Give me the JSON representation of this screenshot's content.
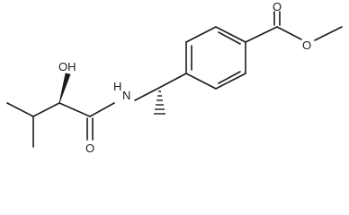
{
  "molecule": {
    "atoms": {
      "hydroxyl": "OH",
      "amide_nitrogen": "N",
      "amide_hydrogen": "H",
      "amide_oxygen": "O",
      "ester_carbonyl_oxygen": "O",
      "ester_ether_oxygen": "O"
    }
  },
  "colors": {
    "ink": "#1a1a1a",
    "background": "#ffffff"
  }
}
